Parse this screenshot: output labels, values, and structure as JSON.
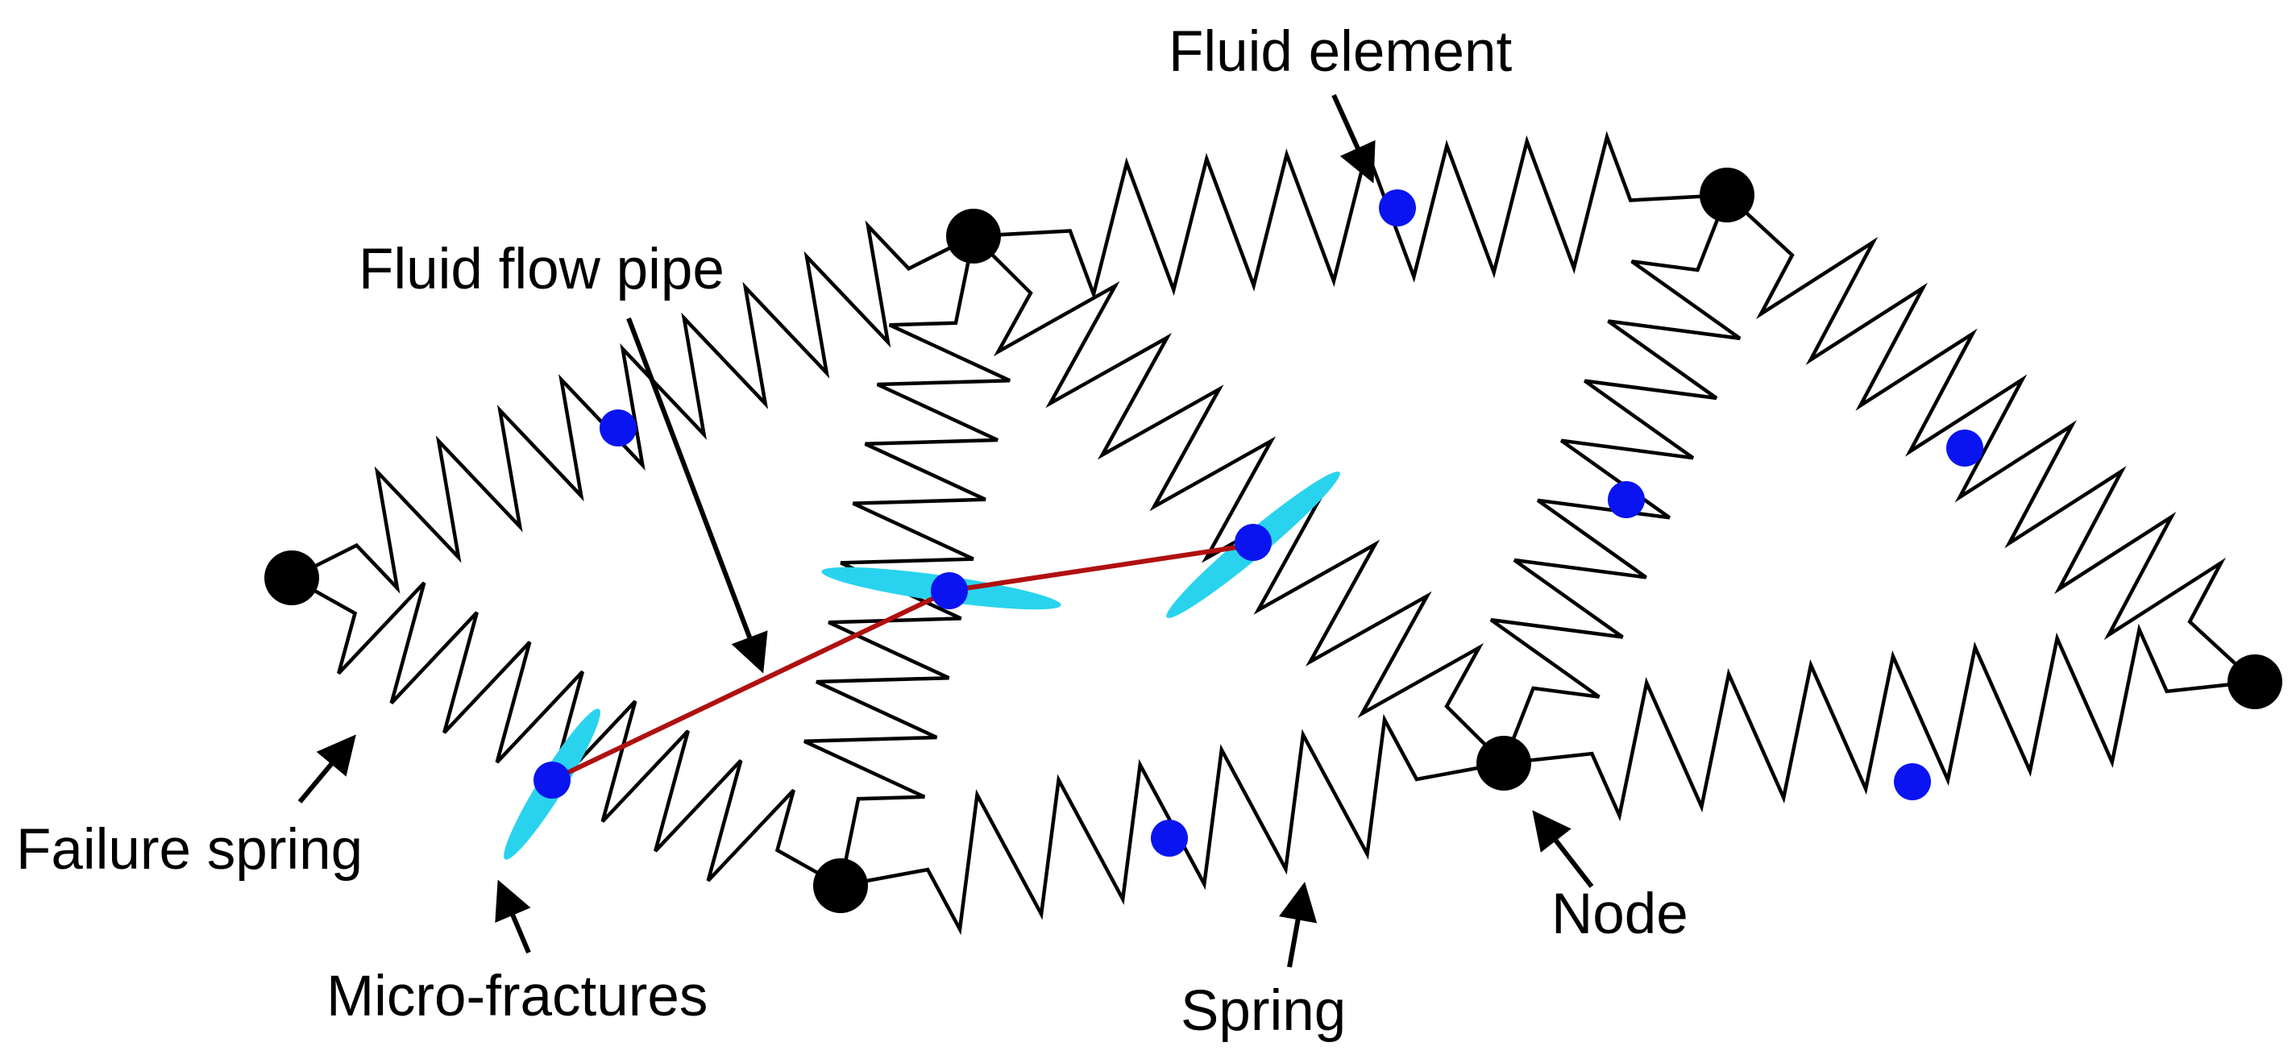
{
  "labels": {
    "fluid_element": "Fluid element",
    "fluid_flow_pipe": "Fluid flow pipe",
    "failure_spring": "Failure spring",
    "micro_fractures": "Micro-fractures",
    "spring": "Spring",
    "node": "Node"
  },
  "colors": {
    "spring": "#000000",
    "node": "#000000",
    "fluid_element": "#0a14f0",
    "fracture": "#29d3ee",
    "pipe": "#b01010",
    "arrow": "#000000"
  }
}
